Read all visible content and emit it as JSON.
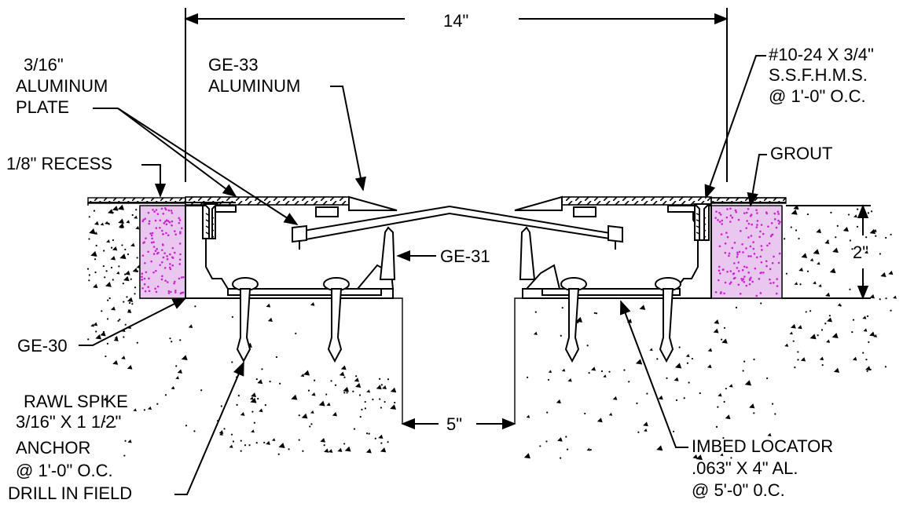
{
  "labels": {
    "dim_overall": "14\"",
    "dim_gap": "5\"",
    "dim_depth": "2\"",
    "plate": [
      "3/16\"",
      "ALUMINUM",
      "PLATE"
    ],
    "cover": [
      "GE-33",
      "ALUMINUM"
    ],
    "screw": [
      "#10-24 X 3/4\"",
      "S.S.F.H.M.S.",
      "@ 1'-0\" O.C."
    ],
    "recess": "1/8\" RECESS",
    "grout": "GROUT",
    "center_seal": "GE-31",
    "frame": "GE-30",
    "anchor": [
      "RAWL SPIKE",
      "3/16\" X 1 1/2\"",
      "ANCHOR",
      "@ 1'-0\" O.C.",
      "DRILL IN FIELD"
    ],
    "locator": [
      "IMBED LOCATOR",
      ".063\" X 4\" AL.",
      "@ 5'-0\" 0.C."
    ]
  },
  "colors": {
    "line": "#000000",
    "grout_fill": "#e8c8ee",
    "grout_dots": "#d020d8",
    "background": "#ffffff"
  }
}
